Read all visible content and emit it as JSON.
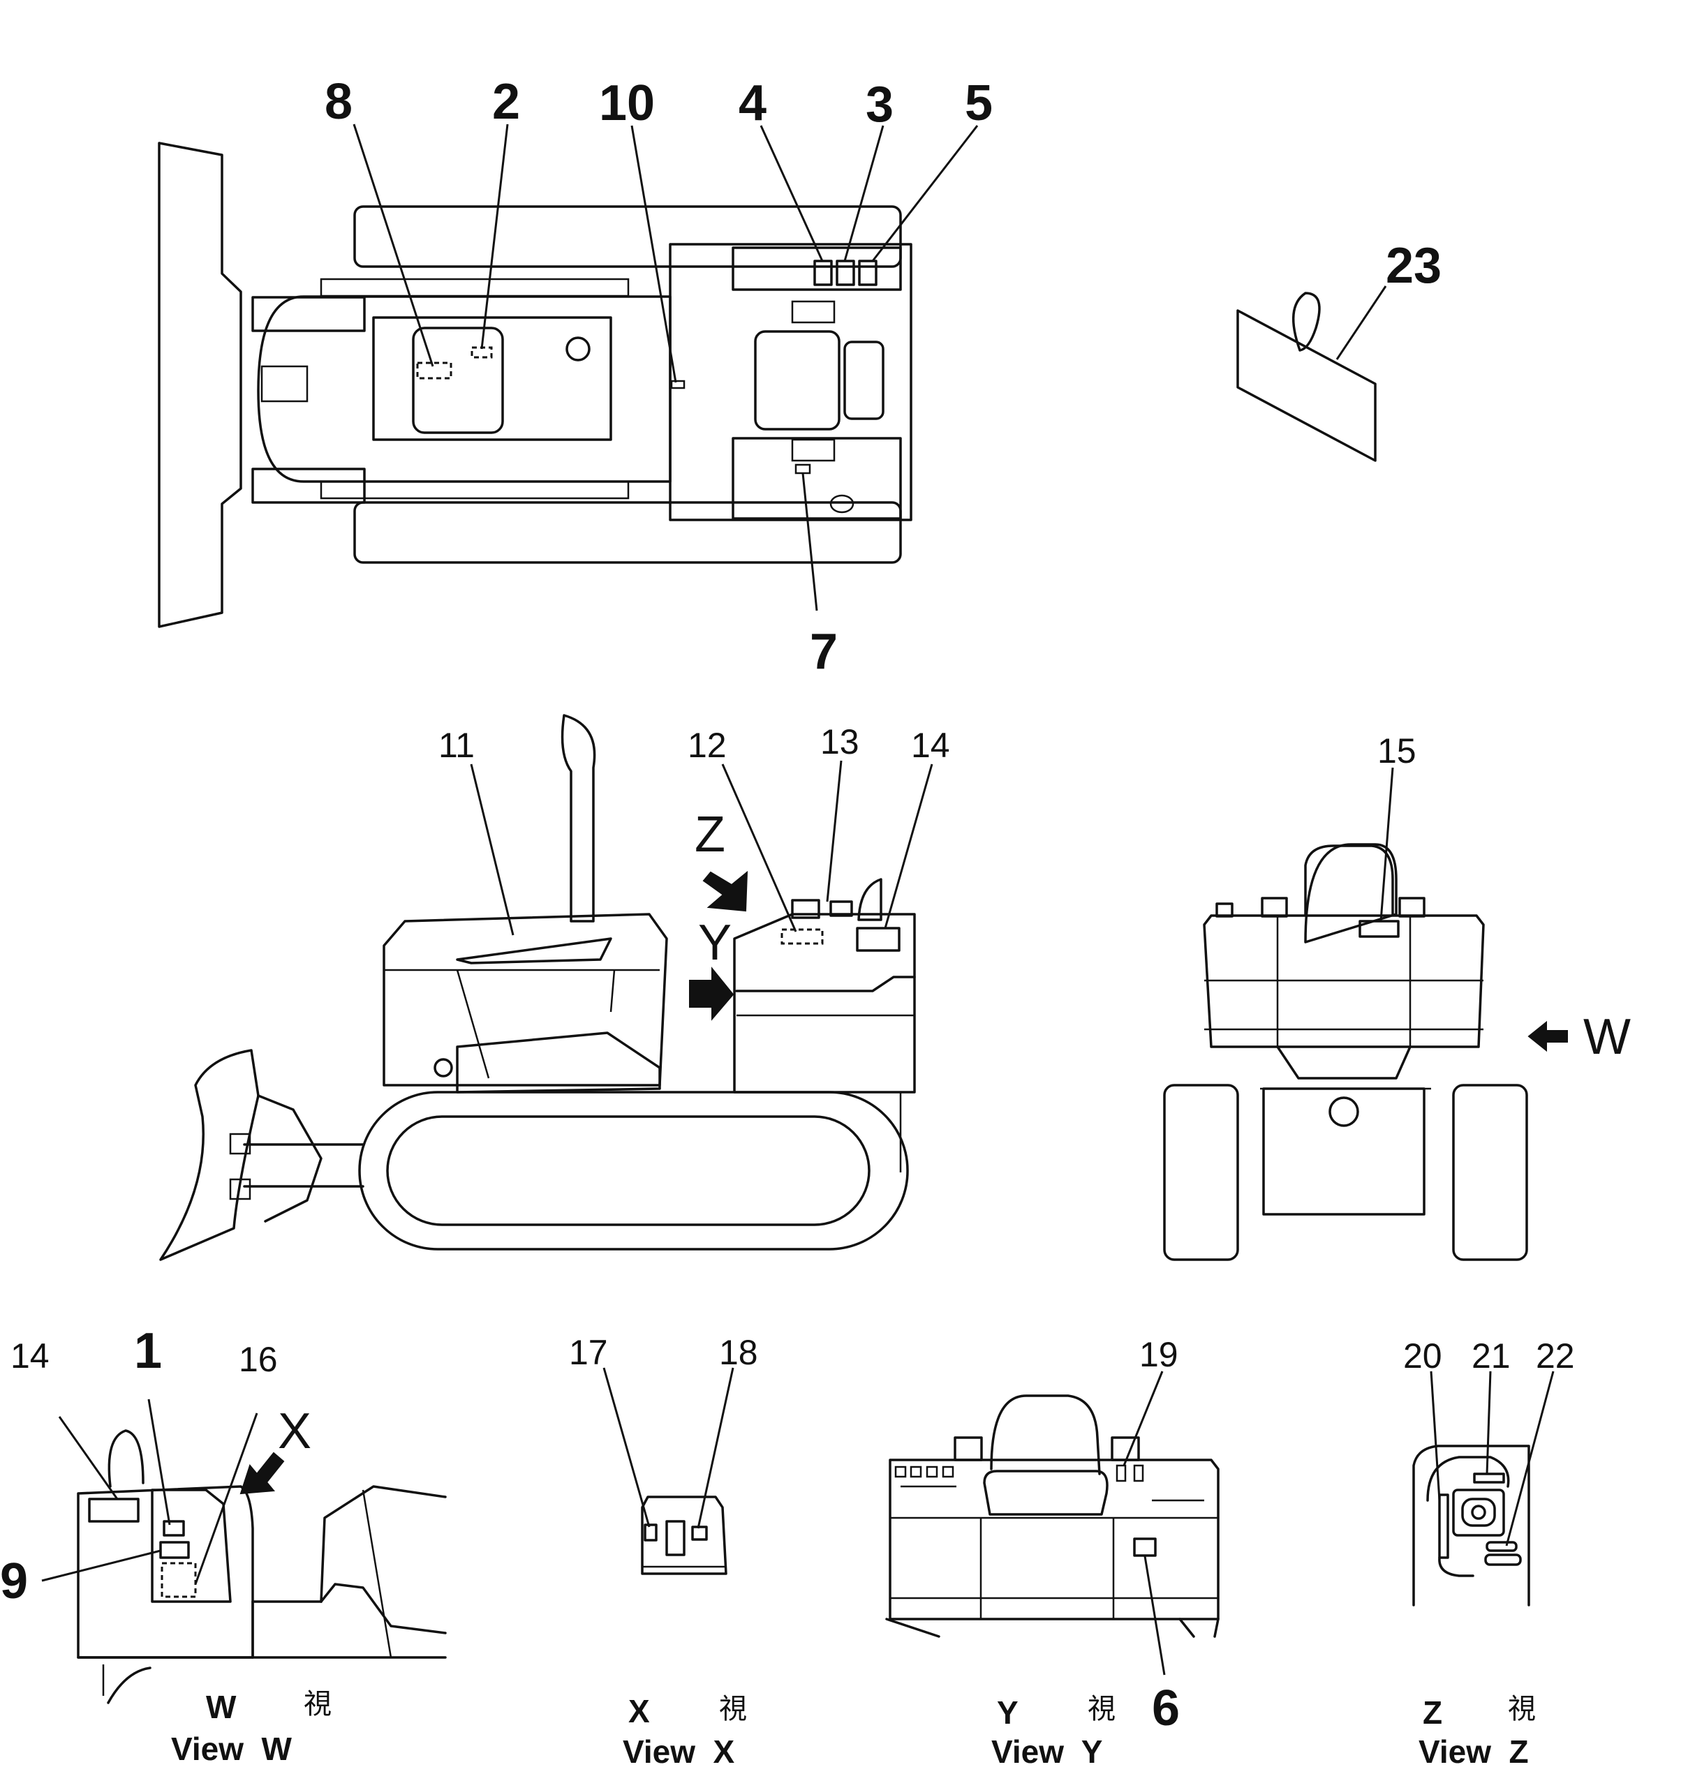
{
  "callouts": {
    "c1": "1",
    "c2": "2",
    "c3": "3",
    "c4": "4",
    "c5": "5",
    "c6": "6",
    "c7": "7",
    "c8": "8",
    "c9": "9",
    "c10": "10",
    "c11": "11",
    "c12": "12",
    "c13": "13",
    "c14a": "14",
    "c14b": "14",
    "c15": "15",
    "c16": "16",
    "c17": "17",
    "c18": "18",
    "c19": "19",
    "c20": "20",
    "c21": "21",
    "c22": "22",
    "c23": "23"
  },
  "view_markers": {
    "z": "Z",
    "y": "Y",
    "w": "W",
    "x": "X"
  },
  "captions": {
    "w": {
      "letter": "W",
      "kanji": "視",
      "text": "View  W"
    },
    "x": {
      "letter": "X",
      "kanji": "視",
      "text": "View  X"
    },
    "y": {
      "letter": "Y",
      "kanji": "視",
      "text": "View  Y"
    },
    "z": {
      "letter": "Z",
      "kanji": "視",
      "text": "View  Z"
    }
  }
}
